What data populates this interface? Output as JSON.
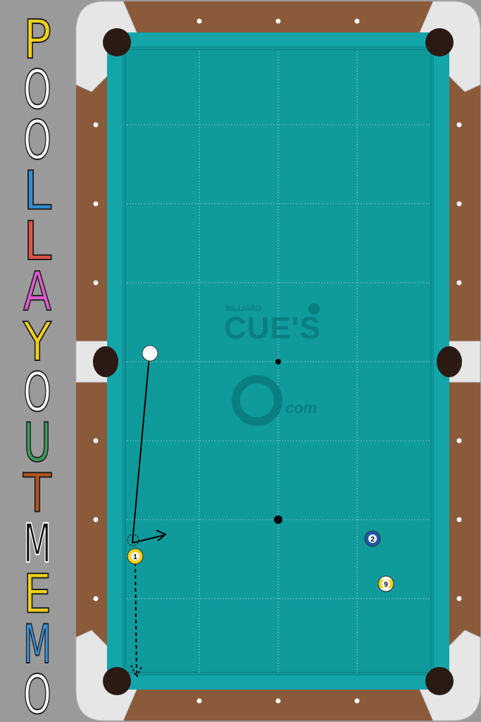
{
  "title_letters": [
    {
      "char": "P",
      "color": "#f2d21b",
      "outline": "#222222"
    },
    {
      "char": "O",
      "color": "#ffffff",
      "outline": "#222222"
    },
    {
      "char": "O",
      "color": "#ffffff",
      "outline": "#222222"
    },
    {
      "char": "L",
      "color": "#2f8fd8",
      "outline": "#222222"
    },
    {
      "char": "L",
      "color": "#e8504a",
      "outline": "#222222"
    },
    {
      "char": "A",
      "color": "#e05ad0",
      "outline": "#222222"
    },
    {
      "char": "Y",
      "color": "#f2d21b",
      "outline": "#222222"
    },
    {
      "char": "O",
      "color": "#ffffff",
      "outline": "#222222"
    },
    {
      "char": "U",
      "color": "#3f9b5a",
      "outline": "#222222"
    },
    {
      "char": "T",
      "color": "#b5561e",
      "outline": "#222222"
    },
    {
      "char": "M",
      "color": "#111111",
      "outline": "#ffffff"
    },
    {
      "char": "E",
      "color": "#f2d21b",
      "outline": "#222222"
    },
    {
      "char": "M",
      "color": "#3a8fd8",
      "outline": "#222222"
    },
    {
      "char": "O",
      "color": "#ffffff",
      "outline": "#222222"
    }
  ],
  "watermark": {
    "line1": "BILLIARD",
    "line2": "CUE'S",
    "line3": "com"
  },
  "colors": {
    "felt": "#0f9a9c",
    "felt_cushion": "#13a5a8",
    "rail_wood": "#8a5a3b",
    "rail_corner": "#e6e6e6",
    "pocket": "#2b1a14",
    "watermark": "#0a7f82"
  },
  "balls": [
    {
      "id": "cue",
      "label": "",
      "type": "cue"
    },
    {
      "id": "ball-1",
      "label": "1",
      "type": "solid",
      "color": "#f3d21b"
    },
    {
      "id": "ball-2",
      "label": "2",
      "type": "solid",
      "color": "#1c5aa8"
    },
    {
      "id": "ball-9",
      "label": "9",
      "type": "stripe",
      "color": "#f3d21b"
    }
  ]
}
